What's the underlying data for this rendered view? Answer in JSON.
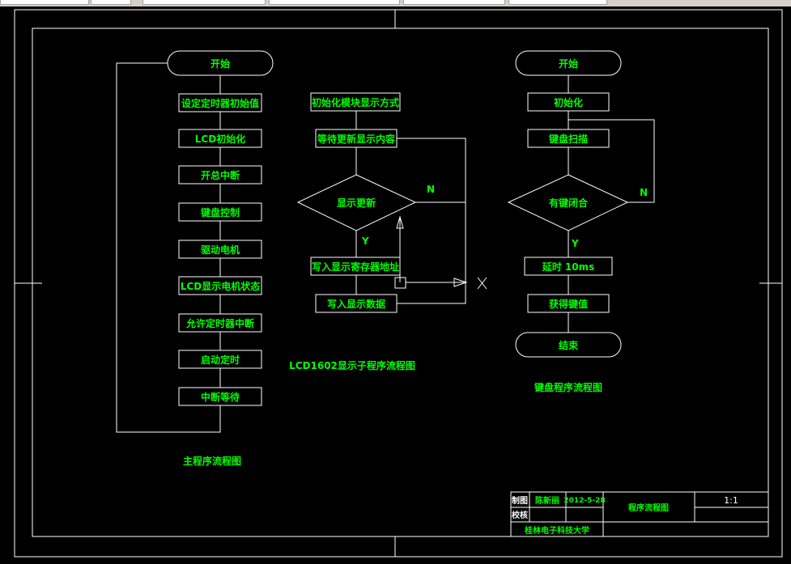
{
  "colors": {
    "background": "#000000",
    "lines": "#ffffff",
    "text": "#00ff00"
  },
  "main_flow": {
    "start": "开始",
    "steps": [
      "设定定时器初始值",
      "LCD初始化",
      "开总中断",
      "键盘控制",
      "驱动电机",
      "LCD显示电机状态",
      "允许定时器中断",
      "启动定时",
      "中断等待"
    ],
    "caption": "主程序流程图"
  },
  "lcd_flow": {
    "init": "初始化模块显示方式",
    "wait": "等待更新显示内容",
    "decision": "显示更新",
    "yes": "Y",
    "no": "N",
    "write_addr": "写入显示寄存器地址",
    "write_data": "写入显示数据",
    "caption": "LCD1602显示子程序流程图"
  },
  "key_flow": {
    "start": "开始",
    "init": "初始化",
    "scan": "键盘扫描",
    "decision": "有键闭合",
    "no": "N",
    "yes": "Y",
    "delay": "延时 10ms",
    "get": "获得键值",
    "end": "结束",
    "caption": "键盘程序流程图"
  },
  "title_block": {
    "drawn_label": "制图",
    "drawn_name": "陈新丽",
    "date": "2012-5-28",
    "check_label": "校核",
    "drawing_title": "程序流程图",
    "scale": "1:1",
    "school": "桂林电子科技大学"
  }
}
